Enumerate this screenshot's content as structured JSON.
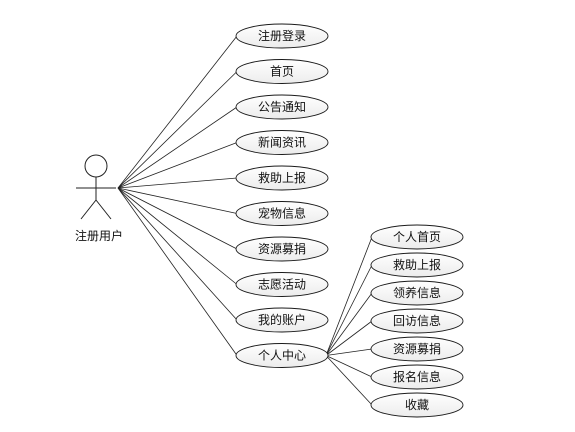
{
  "actor": {
    "name": "注册用户",
    "icon": "stick-figure-icon"
  },
  "use_cases": [
    {
      "id": "register-login",
      "label": "注册登录"
    },
    {
      "id": "home",
      "label": "首页"
    },
    {
      "id": "announcement",
      "label": "公告通知"
    },
    {
      "id": "news",
      "label": "新闻资讯"
    },
    {
      "id": "rescue-report",
      "label": "救助上报"
    },
    {
      "id": "pet-info",
      "label": "宠物信息"
    },
    {
      "id": "donation",
      "label": "资源募捐"
    },
    {
      "id": "volunteer",
      "label": "志愿活动"
    },
    {
      "id": "my-account",
      "label": "我的账户"
    },
    {
      "id": "personal-center",
      "label": "个人中心"
    }
  ],
  "sub_use_cases": [
    {
      "id": "personal-home",
      "label": "个人首页"
    },
    {
      "id": "sub-rescue-report",
      "label": "救助上报"
    },
    {
      "id": "adoption-info",
      "label": "领养信息"
    },
    {
      "id": "visit-info",
      "label": "回访信息"
    },
    {
      "id": "sub-donation",
      "label": "资源募捐"
    },
    {
      "id": "signup-info",
      "label": "报名信息"
    },
    {
      "id": "favorites",
      "label": "收藏"
    }
  ]
}
